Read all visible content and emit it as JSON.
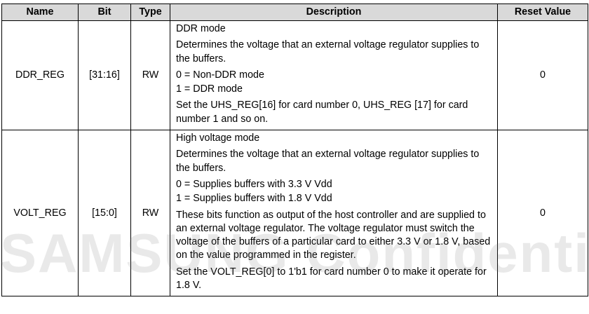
{
  "table": {
    "headers": [
      "Name",
      "Bit",
      "Type",
      "Description",
      "Reset Value"
    ],
    "rows": [
      {
        "name": "DDR_REG",
        "bit": "[31:16]",
        "type": "RW",
        "reset": "0",
        "desc": {
          "title": "DDR mode",
          "summary": "Determines the voltage that an external voltage regulator supplies to the buffers.",
          "opt0": "0 = Non-DDR mode",
          "opt1": "1 = DDR mode",
          "note": "Set the UHS_REG[16] for card number 0, UHS_REG [17] for card number 1 and so on."
        }
      },
      {
        "name": "VOLT_REG",
        "bit": "[15:0]",
        "type": "RW",
        "reset": "0",
        "desc": {
          "title": "High voltage mode",
          "summary": "Determines the voltage that an external voltage regulator supplies to the buffers.",
          "opt0": "0 = Supplies buffers with 3.3 V Vdd",
          "opt1": "1 = Supplies buffers with 1.8 V Vdd",
          "function": "These bits function as output of the host controller and are supplied to an external voltage regulator. The voltage regulator must switch the voltage of the buffers of a particular card to either 3.3 V or 1.8 V, based on the value programmed in the register.",
          "note": "Set the VOLT_REG[0] to 1'b1 for card number 0 to make it operate for 1.8 V."
        }
      }
    ]
  },
  "watermark": "SAMSUNG Confidential"
}
